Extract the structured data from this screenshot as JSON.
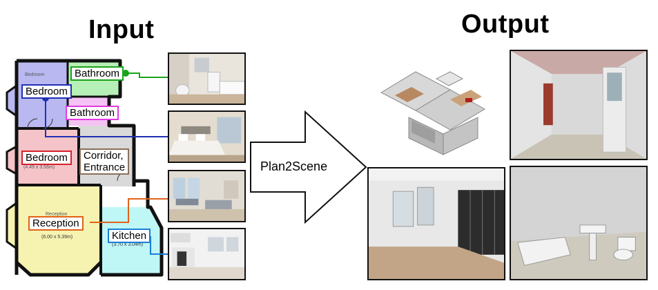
{
  "titles": {
    "input": "Input",
    "output": "Output"
  },
  "method": {
    "label": "Plan2Scene"
  },
  "floorplan_text": {
    "bedroom_top_faint": "Bedroom",
    "bedroom_mid_dims": "(4.49 x 3.56m)",
    "reception_faint": "Reception",
    "reception_dims": "(6.00 x 5.39m)",
    "kitchen_dims": "(3.70 x 3.04m)"
  },
  "room_labels": [
    {
      "text": "Bathroom",
      "color": "#1aa31a"
    },
    {
      "text": "Bedroom",
      "color": "#1f2fb5"
    },
    {
      "text": "Bathroom",
      "color": "#e23ae2"
    },
    {
      "text": "Bedroom",
      "color": "#d6202a"
    },
    {
      "text": "Corridor,\nEntrance",
      "color": "#8a6f5a"
    },
    {
      "text": "Reception",
      "color": "#e0621a"
    },
    {
      "text": "Kitchen",
      "color": "#1a7ed8"
    }
  ],
  "colors": {
    "bedroom_top": "#b9b8f0",
    "bathroom_top": "#b6f0b6",
    "bathroom_mid": "#f4c2f4",
    "bedroom_mid": "#f4c4c8",
    "corridor": "#d9d9d9",
    "reception": "#f6f2b0",
    "kitchen": "#bff6f6",
    "wall": "#111111"
  }
}
